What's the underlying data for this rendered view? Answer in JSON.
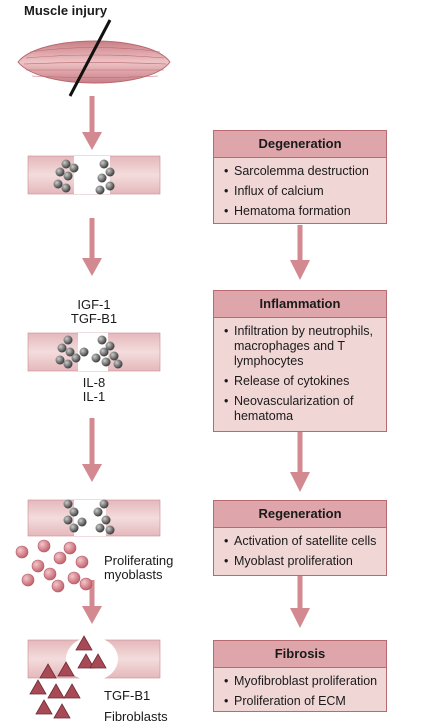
{
  "title": "Muscle injury",
  "left_labels": {
    "factors_top": [
      "IGF-1",
      "TGF-B1"
    ],
    "factors_bottom": [
      "IL-8",
      "IL-1"
    ],
    "myoblasts": [
      "Proliferating",
      "myoblasts"
    ],
    "tgf": "TGF-B1",
    "fibroblasts": "Fibroblasts"
  },
  "stages": [
    {
      "title": "Degeneration",
      "items": [
        "Sarcolemma destruction",
        "Influx of calcium",
        "Hematoma formation"
      ]
    },
    {
      "title": "Inflammation",
      "items": [
        "Infiltration by neutrophils, macrophages and T lymphocytes",
        "Release of cytokines",
        "Neovascularization of hematoma"
      ]
    },
    {
      "title": "Regeneration",
      "items": [
        "Activation of satellite cells",
        "Myoblast proliferation"
      ]
    },
    {
      "title": "Fibrosis",
      "items": [
        "Myofibroblast proliferation",
        "Proliferation of ECM"
      ]
    }
  ],
  "colors": {
    "arrow": "#d28a90",
    "box_fill": "#f1d6d6",
    "box_header": "#dea6aa",
    "box_border": "#b86a70",
    "muscle": "#d99ea4",
    "cell": "#555555",
    "myoblast": "#d87f88",
    "fibroblast": "#a84a55"
  }
}
